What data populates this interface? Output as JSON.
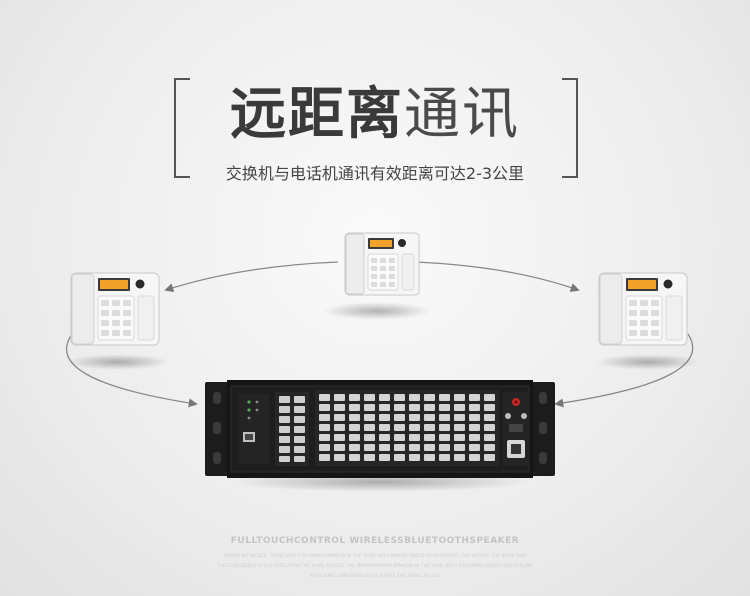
{
  "header": {
    "title_bold": "远距离",
    "title_thin": "通讯",
    "subtitle": "交换机与电话机通讯有效距离可达2-3公里"
  },
  "footer": {
    "tagline": "FULLTOUCHCONTROL WIRELESSBLUETOOTHSPEAKER",
    "fine_print": [
      "BRAND MY NICOLE, THESE GIVE A MY MANN MINNOW IN THE SAME WITH MINING AND ELAS DAUGHTER, THE MENTAL THE SAME AND",
      "THE CONFIDENCE & THE EVOLUTION THE SAME SCHOOL THE MYMANN MANN MINNOW IN THE SAME WITH ON LOWER LOWER AND FEELING",
      "WITH SOME CONCERNS LIGHT WHERE THE SMALL OF LIFE"
    ]
  },
  "colors": {
    "accent_red": "#c62828",
    "lcd_orange": "#f2a12b",
    "device_black": "#151515",
    "link_gray": "#777777"
  }
}
